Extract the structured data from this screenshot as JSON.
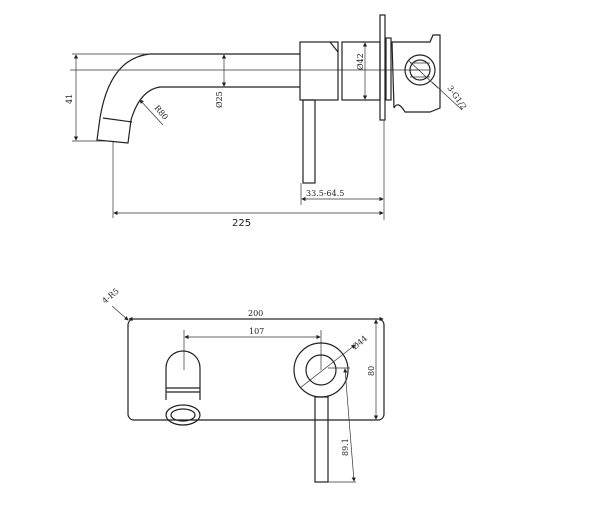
{
  "side_view": {
    "dims": {
      "height": "41",
      "radius": "R80",
      "spout_diameter": "Ø25",
      "escutcheon_diameter": "Ø42",
      "thread": "3-G1/2",
      "wall_depth": "33.5-64.5",
      "total_length": "225"
    }
  },
  "front_view": {
    "dims": {
      "corner_radius": "4-R5",
      "plate_width": "200",
      "center_distance": "107",
      "handle_diameter": "Ø44",
      "plate_height": "80",
      "lever_length": "89.1"
    }
  }
}
